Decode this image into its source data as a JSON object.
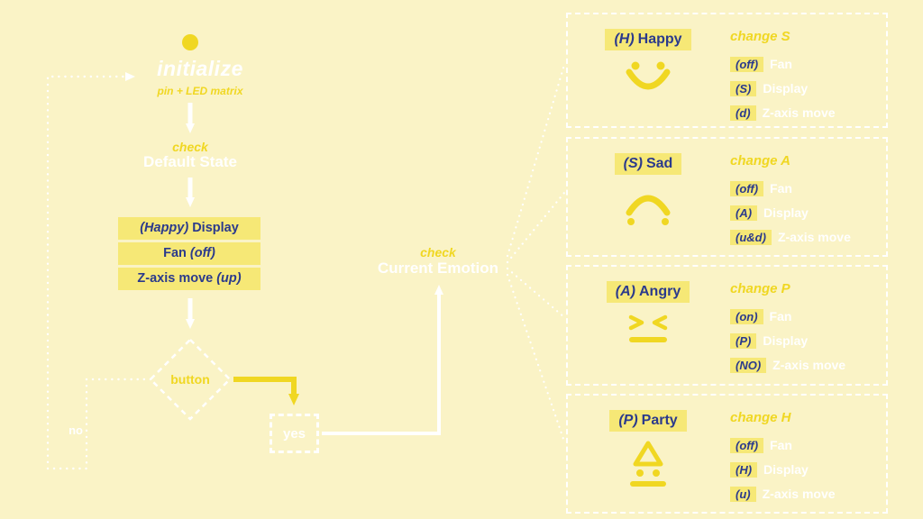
{
  "colors": {
    "background": "#FAF3C6",
    "accent_yellow": "#F0D722",
    "badge_yellow": "#F6E876",
    "dark_blue": "#2B3A8C",
    "white": "#FFFFFF"
  },
  "flow": {
    "initialize": {
      "title": "initialize",
      "subtitle": "pin + LED matrix"
    },
    "check_default": {
      "pre": "check",
      "title": "Default State"
    },
    "state_box": {
      "rows": [
        {
          "pre": "(Happy)",
          "main": "Display",
          "post": ""
        },
        {
          "pre": "",
          "main": "Fan",
          "post": "(off)"
        },
        {
          "pre": "",
          "main": "Z-axis move",
          "post": "(up)"
        }
      ]
    },
    "decision_label": "button",
    "no_label": "no",
    "yes_label": "yes",
    "check_current": {
      "pre": "check",
      "title": "Current Emotion"
    }
  },
  "states": [
    {
      "param": "(H)",
      "name": "Happy",
      "icon": "happy-face-icon",
      "change": "change S",
      "actions": [
        {
          "param": "(off)",
          "label": "Fan"
        },
        {
          "param": "(S)",
          "label": "Display"
        },
        {
          "param": "(d)",
          "label": "Z-axis move"
        }
      ]
    },
    {
      "param": "(S)",
      "name": "Sad",
      "icon": "sad-face-icon",
      "change": "change A",
      "actions": [
        {
          "param": "(off)",
          "label": "Fan"
        },
        {
          "param": "(A)",
          "label": "Display"
        },
        {
          "param": "(u&d)",
          "label": "Z-axis move"
        }
      ]
    },
    {
      "param": "(A)",
      "name": "Angry",
      "icon": "angry-face-icon",
      "change": "change P",
      "actions": [
        {
          "param": "(on)",
          "label": "Fan"
        },
        {
          "param": "(P)",
          "label": "Display"
        },
        {
          "param": "(NO)",
          "label": "Z-axis move"
        }
      ]
    },
    {
      "param": "(P)",
      "name": "Party",
      "icon": "party-icon",
      "change": "change H",
      "actions": [
        {
          "param": "(off)",
          "label": "Fan"
        },
        {
          "param": "(H)",
          "label": "Display"
        },
        {
          "param": "(u)",
          "label": "Z-axis move"
        }
      ]
    }
  ]
}
